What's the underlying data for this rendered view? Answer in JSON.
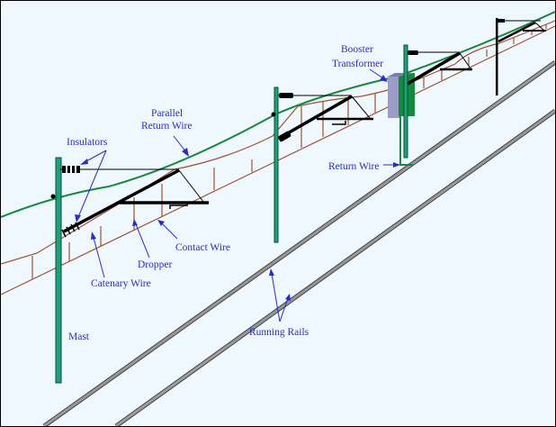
{
  "diagram": {
    "title": "Overhead line electrification with booster transformer and return conductor",
    "colors": {
      "background": "#f0f8ff",
      "label": "#2a2ad6",
      "mast": "#1aa37a",
      "parallel_return_wire": "#138a3c",
      "catenary": "#a0522d",
      "cantilever": "#000000",
      "transformer_body": "#9c9cc8",
      "transformer_tank": "#138a3c",
      "rail": "#555555"
    },
    "labels": {
      "insulators": "Insulators",
      "parallel_return_wire_line1": "Parallel",
      "parallel_return_wire_line2": "Return Wire",
      "booster_transformer_line1": "Booster",
      "booster_transformer_line2": "Transformer",
      "return_wire": "Return Wire",
      "contact_wire": "Contact Wire",
      "dropper": "Dropper",
      "catenary_wire": "Catenary Wire",
      "mast": "Mast",
      "running_rails": "Running Rails"
    },
    "components": [
      {
        "id": "mast",
        "count": 4
      },
      {
        "id": "insulator",
        "count": 2
      },
      {
        "id": "parallel-return-wire"
      },
      {
        "id": "catenary-wire"
      },
      {
        "id": "contact-wire"
      },
      {
        "id": "dropper"
      },
      {
        "id": "booster-transformer",
        "count": 1
      },
      {
        "id": "return-wire"
      },
      {
        "id": "running-rail",
        "count": 2
      }
    ]
  }
}
